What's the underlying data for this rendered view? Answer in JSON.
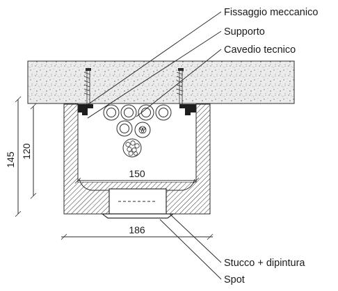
{
  "labels": {
    "fissaggio": "Fissaggio meccanico",
    "supporto": "Supporto",
    "cavedio": "Cavedio tecnico",
    "stucco": "Stucco + dipintura",
    "spot": "Spot"
  },
  "dimensions": {
    "inner_width": "150",
    "outer_width": "186",
    "outer_height": "145",
    "inner_height": "120"
  },
  "colors": {
    "line": "#2b2b2b",
    "concrete": "#e9e9e9",
    "hatch": "#3a3a3a"
  }
}
